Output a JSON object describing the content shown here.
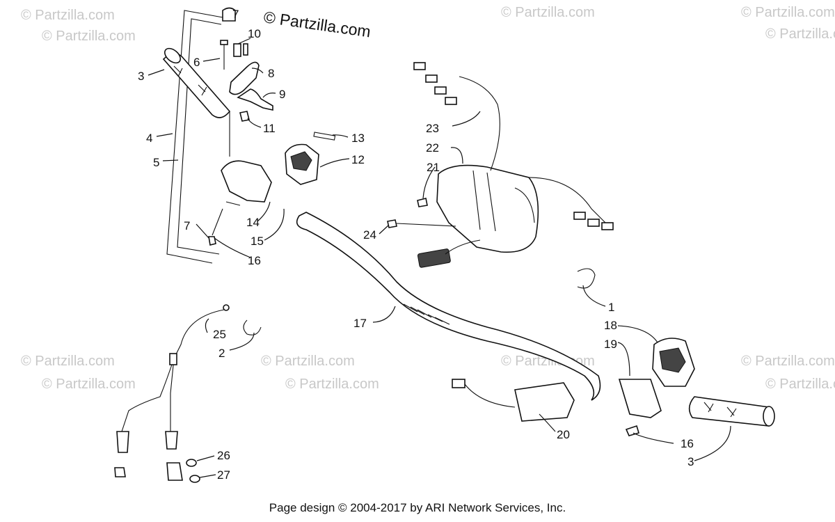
{
  "watermark_main": "© Partzilla.com",
  "watermark": "© Partzilla.com",
  "footer": "Page design © 2004-2017 by ARI Network Services, Inc.",
  "callouts": [
    {
      "id": "c1",
      "label": "1"
    },
    {
      "id": "c2",
      "label": "2"
    },
    {
      "id": "c3a",
      "label": "3"
    },
    {
      "id": "c3b",
      "label": "3"
    },
    {
      "id": "c4",
      "label": "4"
    },
    {
      "id": "c5",
      "label": "5"
    },
    {
      "id": "c6",
      "label": "6"
    },
    {
      "id": "c7a",
      "label": "7"
    },
    {
      "id": "c7b",
      "label": "7"
    },
    {
      "id": "c8",
      "label": "8"
    },
    {
      "id": "c9",
      "label": "9"
    },
    {
      "id": "c10",
      "label": "10"
    },
    {
      "id": "c11",
      "label": "11"
    },
    {
      "id": "c12",
      "label": "12"
    },
    {
      "id": "c13",
      "label": "13"
    },
    {
      "id": "c14",
      "label": "14"
    },
    {
      "id": "c15",
      "label": "15"
    },
    {
      "id": "c16a",
      "label": "16"
    },
    {
      "id": "c16b",
      "label": "16"
    },
    {
      "id": "c17",
      "label": "17"
    },
    {
      "id": "c18",
      "label": "18"
    },
    {
      "id": "c19",
      "label": "19"
    },
    {
      "id": "c20",
      "label": "20"
    },
    {
      "id": "c21",
      "label": "21"
    },
    {
      "id": "c22",
      "label": "22"
    },
    {
      "id": "c23",
      "label": "23"
    },
    {
      "id": "c24",
      "label": "24"
    },
    {
      "id": "c25",
      "label": "25"
    },
    {
      "id": "c26",
      "label": "26"
    },
    {
      "id": "c27",
      "label": "27"
    }
  ]
}
